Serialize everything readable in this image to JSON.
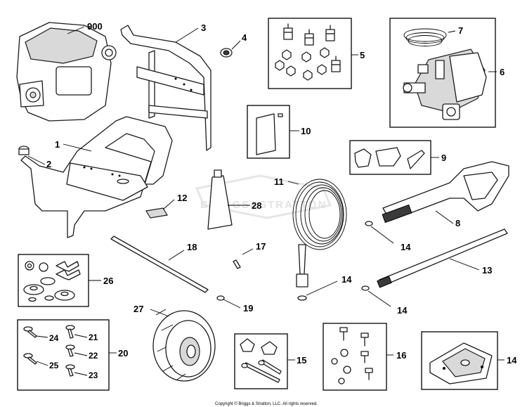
{
  "labels": {
    "p900": "900",
    "p3": "3",
    "p4": "4",
    "p5": "5",
    "p6": "6",
    "p7": "7",
    "p1": "1",
    "p2": "2",
    "p10": "10",
    "p9": "9",
    "p11": "11",
    "p12": "12",
    "p28": "28",
    "p8": "8",
    "p14a": "14",
    "p18": "18",
    "p17": "17",
    "p26": "26",
    "p14b": "14",
    "p13": "13",
    "p14c": "14",
    "p19": "19",
    "p27": "27",
    "p21": "21",
    "p24": "24",
    "p20": "20",
    "p22": "22",
    "p25": "25",
    "p23": "23",
    "p15": "15",
    "p16": "16",
    "p14d": "14"
  },
  "watermark": "BRIGGS&STRATTON",
  "copyright": "Copyright © Briggs & Stratton, LLC. All rights reserved."
}
